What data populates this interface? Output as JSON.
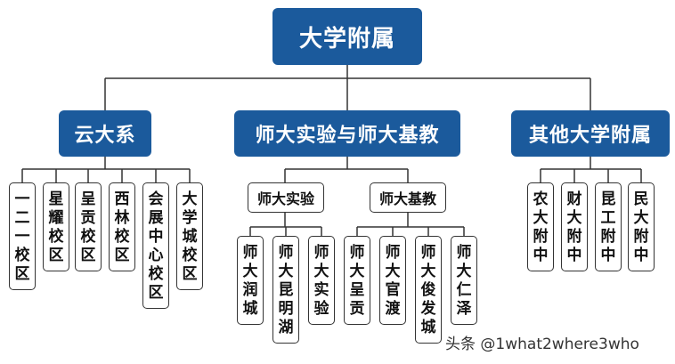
{
  "root": {
    "label": "大学附属"
  },
  "groups": [
    {
      "label": "云大系",
      "children": [
        "一二一校区",
        "星耀校区",
        "呈贡校区",
        "西林校区",
        "会展中心校区",
        "大学城校区"
      ]
    },
    {
      "label": "师大实验与师大基教",
      "subgroups": [
        {
          "label": "师大实验",
          "children": [
            "师大润城",
            "师大昆明湖",
            "师大实验"
          ]
        },
        {
          "label": "师大基教",
          "children": [
            "师大呈贡",
            "师大官渡",
            "师大俊发城",
            "师大仁泽"
          ]
        }
      ]
    },
    {
      "label": "其他大学附属",
      "children": [
        "农大附中",
        "财大附中",
        "昆工附中",
        "民大附中"
      ]
    }
  ],
  "watermark": "头条 @1what2where3who",
  "colors": {
    "node_fill": "#1b5a9c",
    "line": "#333333"
  }
}
